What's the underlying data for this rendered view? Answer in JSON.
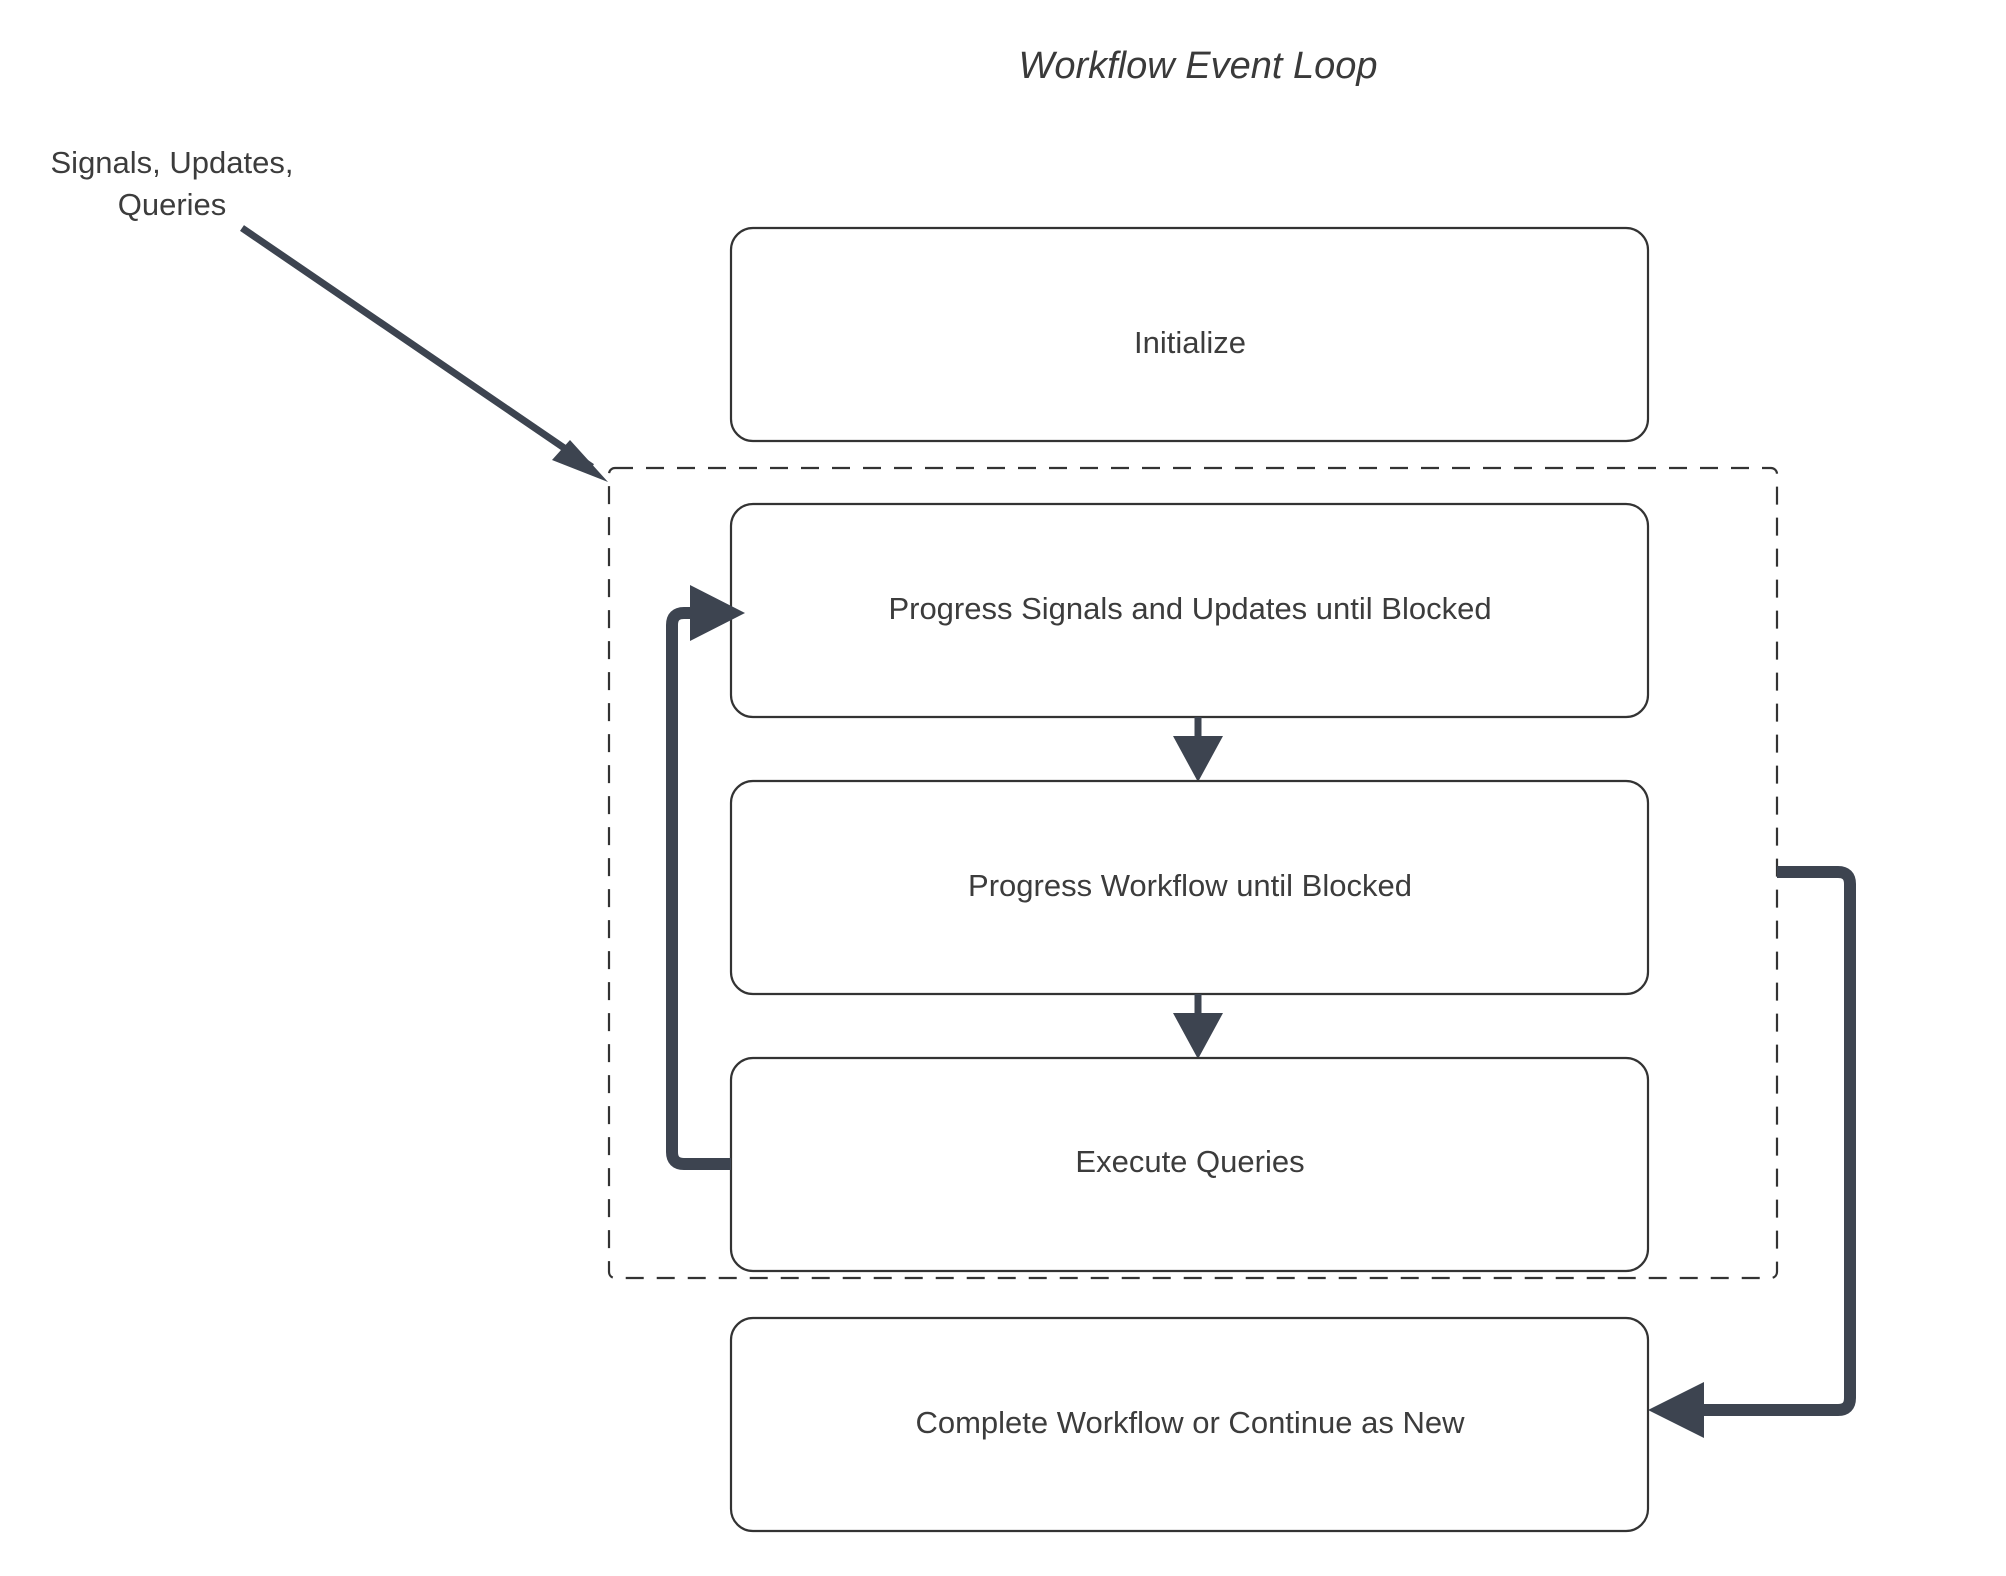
{
  "title": "Workflow Event Loop",
  "edge_labels": {
    "input_line1": "Signals, Updates,",
    "input_line2": "Queries"
  },
  "nodes": {
    "initialize": "Initialize",
    "progress_signals": "Progress Signals and Updates until Blocked",
    "progress_workflow": "Progress Workflow until Blocked",
    "execute_queries": "Execute Queries",
    "complete": "Complete Workflow or Continue as New"
  },
  "colors": {
    "text": "#3c3c3c",
    "box_stroke": "#333333",
    "edge": "#3d4450",
    "background": "#ffffff"
  }
}
